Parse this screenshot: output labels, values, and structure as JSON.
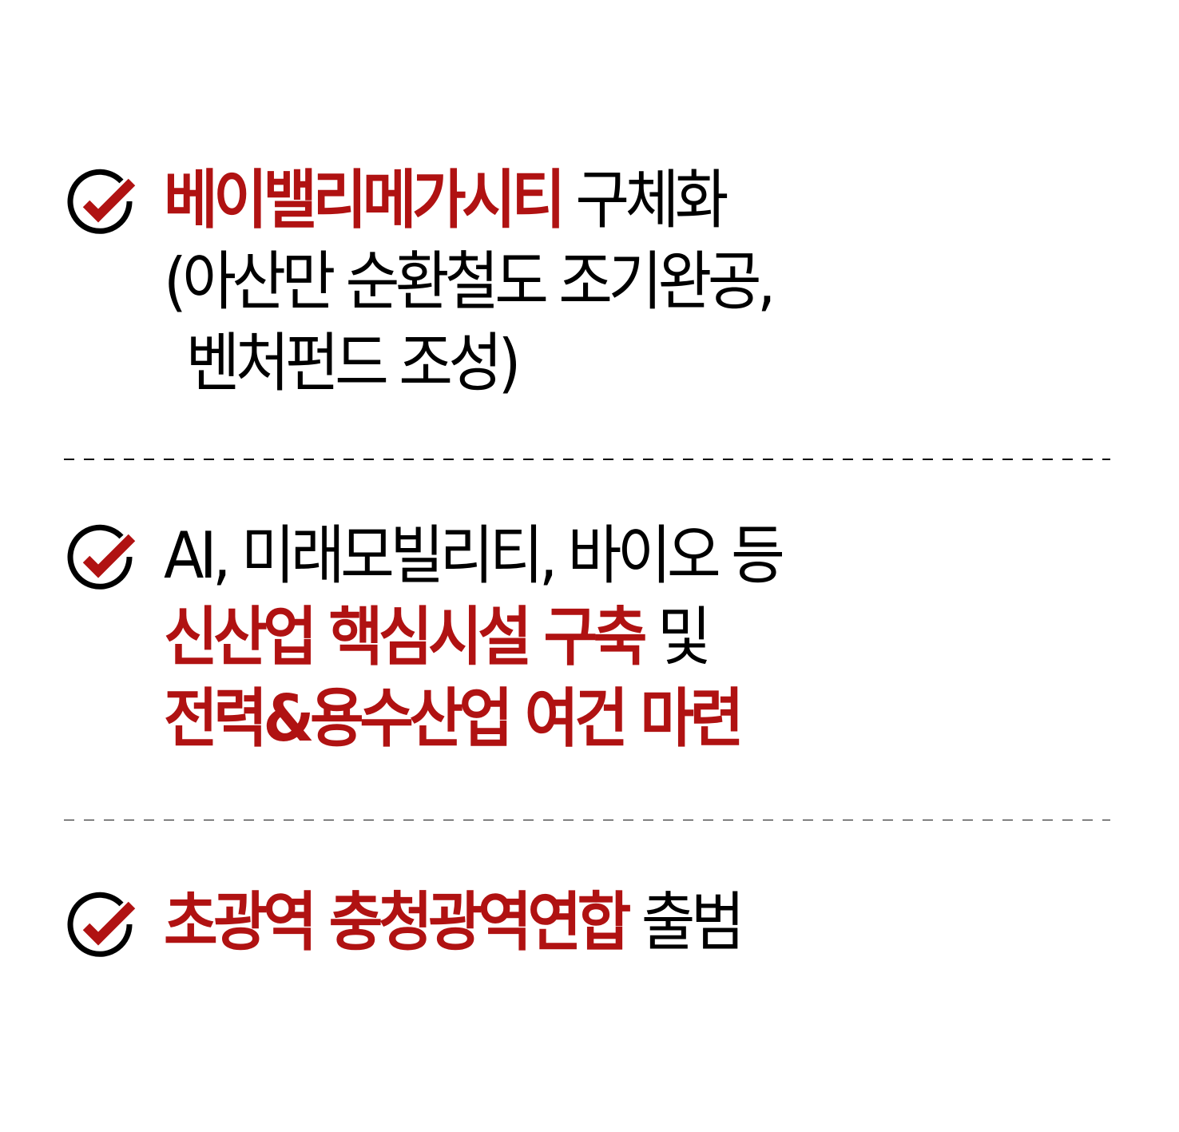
{
  "colors": {
    "accent_red": "#B01212",
    "text": "#000000",
    "background": "#ffffff",
    "divider": "#000000"
  },
  "items": [
    {
      "icon": "check-circle-icon",
      "lines": [
        [
          {
            "text": "베이밸리메가시티",
            "style": "red"
          },
          {
            "text": " 구체화",
            "style": "normal"
          }
        ],
        [
          {
            "text": "(아산만 순환철도 조기완공,",
            "style": "normal"
          }
        ],
        [
          {
            "text": "벤처펀드 조성)",
            "style": "normal"
          }
        ]
      ]
    },
    {
      "icon": "check-circle-icon",
      "lines": [
        [
          {
            "text": "AI, 미래모빌리티, 바이오 등",
            "style": "normal"
          }
        ],
        [
          {
            "text": "신산업 핵심시설 구축",
            "style": "red"
          },
          {
            "text": " 및",
            "style": "normal"
          }
        ],
        [
          {
            "text": "전력&용수산업 여건 마련",
            "style": "red"
          }
        ]
      ]
    },
    {
      "icon": "check-circle-icon",
      "lines": [
        [
          {
            "text": "초광역 충청광역연합",
            "style": "red"
          },
          {
            "text": " 출범",
            "style": "normal"
          }
        ]
      ]
    }
  ]
}
